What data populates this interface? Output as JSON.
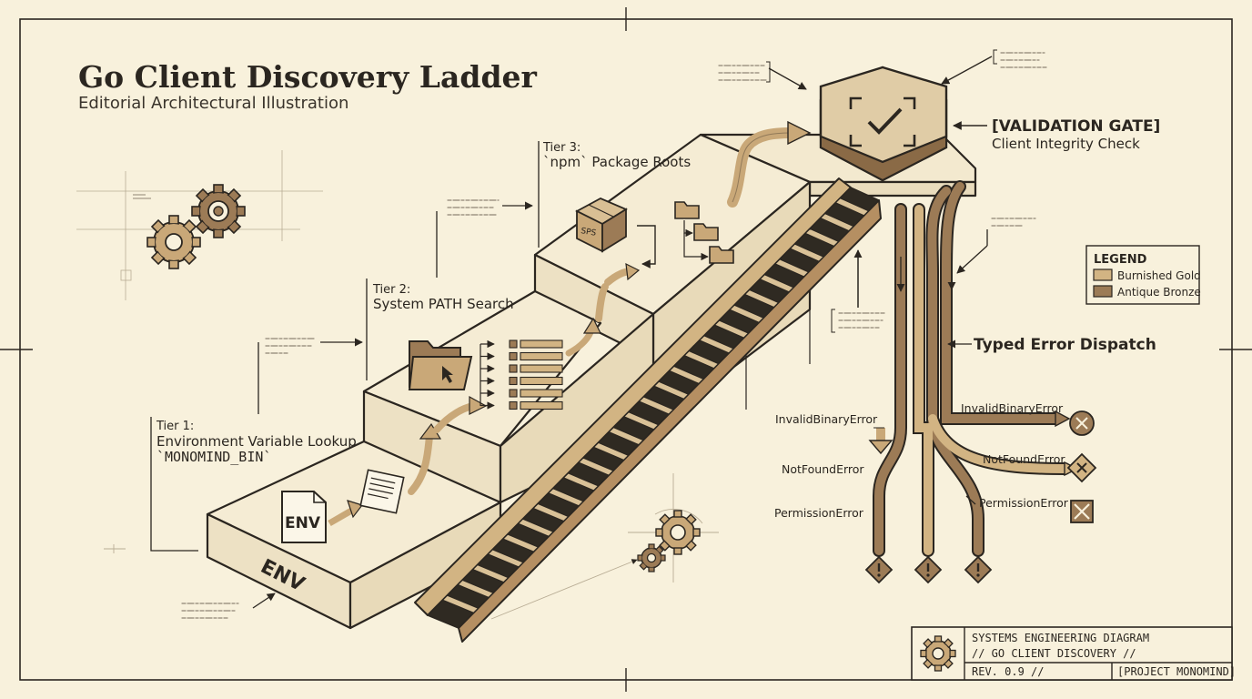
{
  "title": "Go Client Discovery Ladder",
  "subtitle": "Editorial Architectural Illustration",
  "tiers": {
    "tier1": {
      "label": "Tier 1:",
      "name": "Environment Variable Lookup",
      "code": "`MONOMIND_BIN`"
    },
    "tier2": {
      "label": "Tier 2:",
      "name": "System PATH Search"
    },
    "tier3": {
      "label": "Tier 3:",
      "name": "`npm` Package Roots"
    }
  },
  "icons": {
    "env_card": "ENV",
    "step_front": "ENV",
    "package_box": "SPS"
  },
  "gate": {
    "title": "[VALIDATION GATE]",
    "subtitle": "Client Integrity Check"
  },
  "dispatch": {
    "title": "Typed Error Dispatch",
    "left_errors": [
      "InvalidBinaryError",
      "NotFoundError",
      "PermissionError"
    ],
    "right_errors": [
      "InvalidBinaryError",
      "NotFoundError",
      "PermissionError"
    ]
  },
  "legend": {
    "title": "LEGEND",
    "items": [
      {
        "label": "Burnished Gold",
        "color": "#d2b483"
      },
      {
        "label": "Antique Bronze",
        "color": "#9c7b56"
      }
    ]
  },
  "title_block": {
    "line1": "SYSTEMS ENGINEERING DIAGRAM",
    "line2": "// GO CLIENT DISCOVERY //",
    "rev": "REV. 0.9 //",
    "project": "[PROJECT MONOMIND]"
  },
  "colors": {
    "paper": "#f8f1dc",
    "ink": "#2b2620",
    "gold": "#d2b483",
    "bronze": "#9c7b56"
  }
}
